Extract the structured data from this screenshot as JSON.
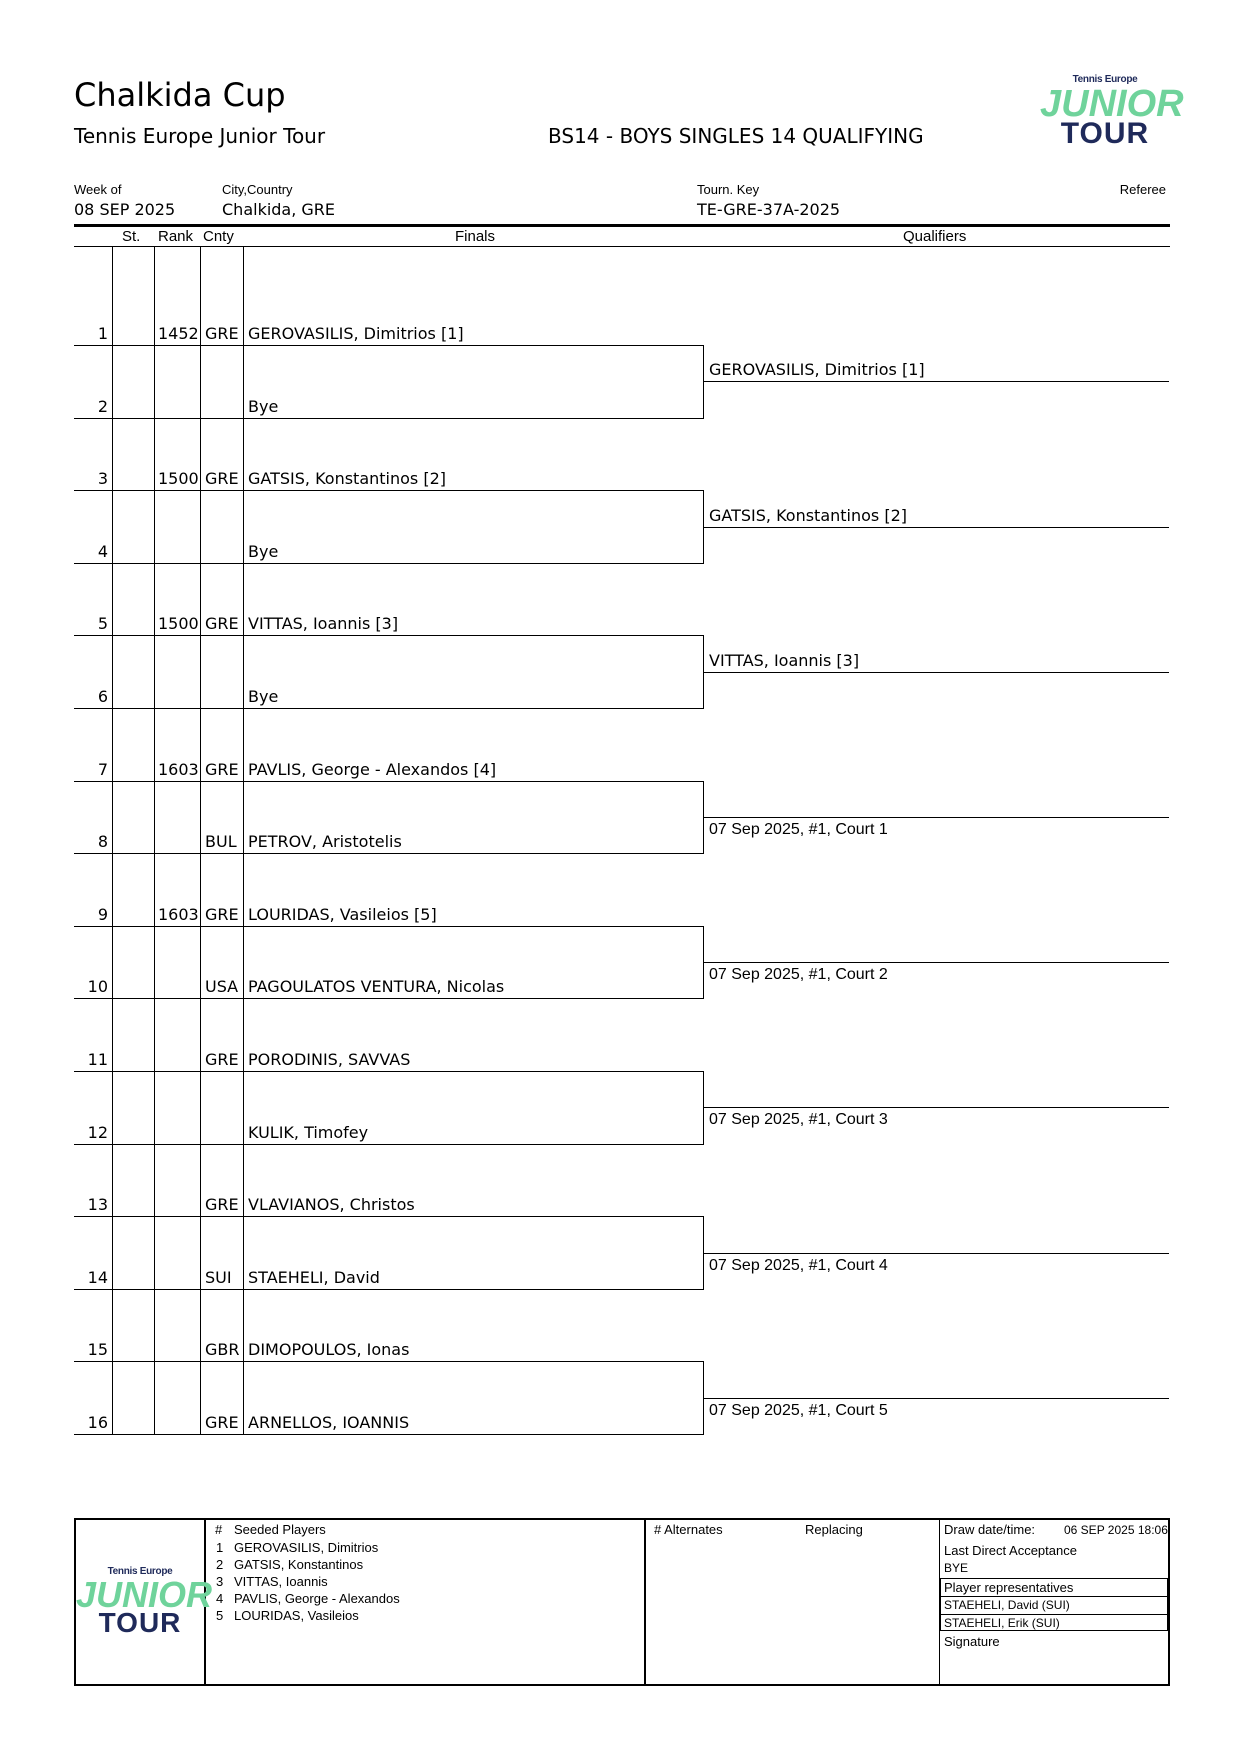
{
  "header": {
    "title": "Chalkida Cup",
    "subtitle": "Tennis Europe Junior Tour",
    "event": "BS14 - BOYS SINGLES 14 QUALIFYING",
    "logo": {
      "line1": "Tennis Europe",
      "line2": "JUNIOR",
      "line3": "TOUR"
    }
  },
  "info": {
    "week_label": "Week of",
    "week_value": "08 SEP 2025",
    "city_label": "City,Country",
    "city_value": "Chalkida, GRE",
    "key_label": "Tourn. Key",
    "key_value": "TE-GRE-37A-2025",
    "referee_label": "Referee"
  },
  "columns": {
    "st": "St.",
    "rank": "Rank",
    "cnty": "Cnty",
    "finals": "Finals",
    "qualifiers": "Qualifiers"
  },
  "draw": [
    {
      "num": "1",
      "rank": "1452",
      "cnty": "GRE",
      "name": "GEROVASILIS, Dimitrios [1]"
    },
    {
      "num": "2",
      "rank": "",
      "cnty": "",
      "name": "Bye"
    },
    {
      "num": "3",
      "rank": "1500",
      "cnty": "GRE",
      "name": "GATSIS, Konstantinos [2]"
    },
    {
      "num": "4",
      "rank": "",
      "cnty": "",
      "name": "Bye"
    },
    {
      "num": "5",
      "rank": "1500",
      "cnty": "GRE",
      "name": "VITTAS, Ioannis [3]"
    },
    {
      "num": "6",
      "rank": "",
      "cnty": "",
      "name": "Bye"
    },
    {
      "num": "7",
      "rank": "1603",
      "cnty": "GRE",
      "name": "PAVLIS, George - Alexandos [4]"
    },
    {
      "num": "8",
      "rank": "",
      "cnty": "BUL",
      "name": "PETROV, Aristotelis"
    },
    {
      "num": "9",
      "rank": "1603",
      "cnty": "GRE",
      "name": "LOURIDAS, Vasileios [5]"
    },
    {
      "num": "10",
      "rank": "",
      "cnty": "USA",
      "name": "PAGOULATOS VENTURA, Nicolas"
    },
    {
      "num": "11",
      "rank": "",
      "cnty": "GRE",
      "name": "PORODINIS, SAVVAS"
    },
    {
      "num": "12",
      "rank": "",
      "cnty": "",
      "name": "KULIK, Timofey"
    },
    {
      "num": "13",
      "rank": "",
      "cnty": "GRE",
      "name": "VLAVIANOS, Christos"
    },
    {
      "num": "14",
      "rank": "",
      "cnty": "SUI",
      "name": "STAEHELI, David"
    },
    {
      "num": "15",
      "rank": "",
      "cnty": "GBR",
      "name": "DIMOPOULOS, Ionas"
    },
    {
      "num": "16",
      "rank": "",
      "cnty": "GRE",
      "name": "ARNELLOS, IOANNIS"
    }
  ],
  "qualifiers": [
    {
      "above": "GEROVASILIS, Dimitrios [1]",
      "below": ""
    },
    {
      "above": "GATSIS, Konstantinos [2]",
      "below": ""
    },
    {
      "above": "VITTAS, Ioannis [3]",
      "below": ""
    },
    {
      "above": "",
      "below": "07 Sep 2025, #1, Court 1"
    },
    {
      "above": "",
      "below": "07 Sep 2025, #1, Court 2"
    },
    {
      "above": "",
      "below": "07 Sep 2025, #1, Court 3"
    },
    {
      "above": "",
      "below": "07 Sep 2025, #1, Court 4"
    },
    {
      "above": "",
      "below": "07 Sep 2025, #1, Court 5"
    }
  ],
  "footer": {
    "seeded_hash": "#",
    "seeded_title": "Seeded Players",
    "seeded": [
      {
        "num": "1",
        "name": "GEROVASILIS, Dimitrios"
      },
      {
        "num": "2",
        "name": "GATSIS, Konstantinos"
      },
      {
        "num": "3",
        "name": "VITTAS, Ioannis"
      },
      {
        "num": "4",
        "name": "PAVLIS, George - Alexandos"
      },
      {
        "num": "5",
        "name": "LOURIDAS, Vasileios"
      }
    ],
    "alternates_title": "# Alternates",
    "replacing_title": "Replacing",
    "draw_time_label": "Draw date/time:",
    "draw_time_value": "06 SEP 2025 18:06",
    "lda_label": "Last Direct Acceptance",
    "lda_value": "BYE",
    "reps_label": "Player representatives",
    "rep1": "STAEHELI, David (SUI)",
    "rep2": "STAEHELI, Erik (SUI)",
    "signature_label": "Signature"
  }
}
